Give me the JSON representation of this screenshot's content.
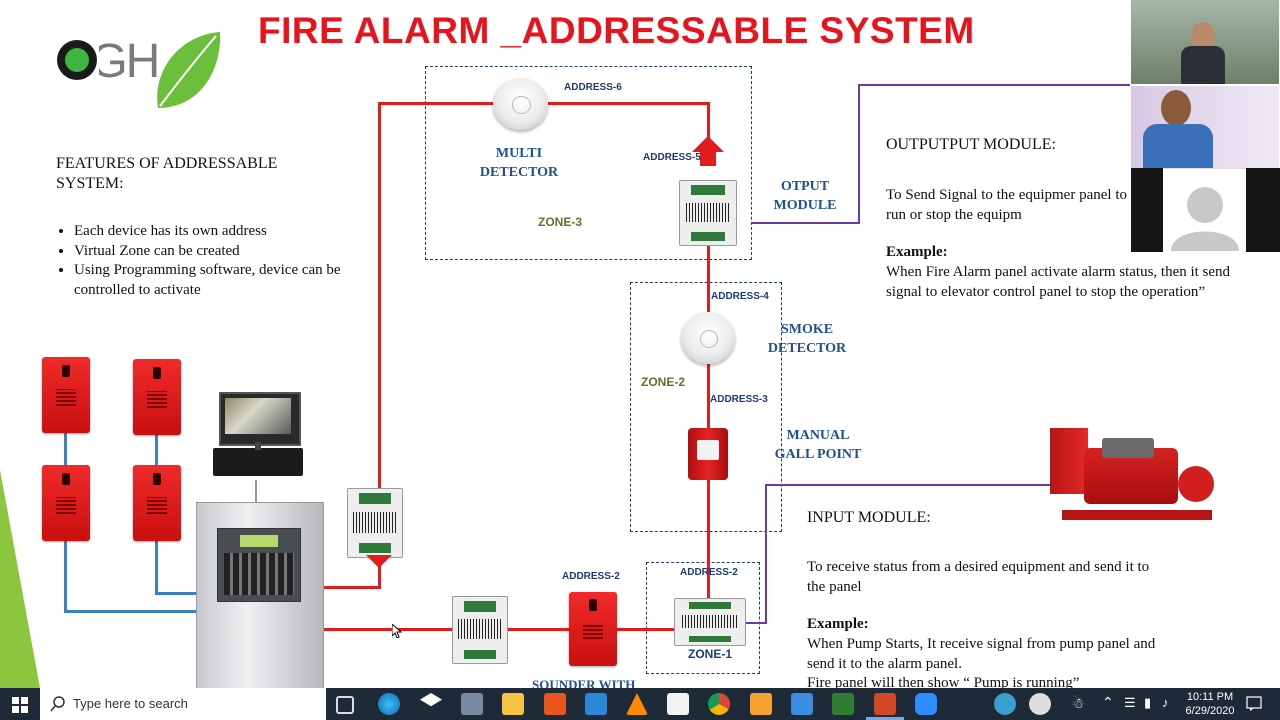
{
  "slide": {
    "title": "FIRE ALARM _ADDRESSABLE SYSTEM",
    "logo_text": "OGH",
    "features": {
      "heading": "FEATURES OF ADDRESSABLE SYSTEM:",
      "bullets": [
        "Each device has its own address",
        "Virtual Zone can be created",
        "Using Programming software, device can be controlled to activate"
      ]
    },
    "labels": {
      "multi_detector": "MULTI DETECTOR",
      "otput_module": "OTPUT MODULE",
      "smoke_detector": "SMOKE DETECTOR",
      "manual_call_point": "MANUAL GALL POINT",
      "sounder_with": "SOUNDER WITH"
    },
    "addresses": {
      "a6": "ADDRESS-6",
      "a5": "ADDRESS-5",
      "a4": "ADDRESS-4",
      "a3": "ADDRESS-3",
      "a2_left": "ADDRESS-2",
      "a2_right": "ADDRESS-2"
    },
    "zones": {
      "z3": "ZONE-3",
      "z2": "ZONE-2",
      "z1": "ZONE-1"
    },
    "output_module": {
      "heading": "OUTPUTPUT MODULE:",
      "text": "To Send Signal to the equipmer panel to run or stop the equipm",
      "example_label": "Example:",
      "example_text": "When Fire Alarm panel activate alarm status, then it send signal to elevator control panel to stop the operation”"
    },
    "input_module": {
      "heading": "INPUT MODULE:",
      "text": "To receive status from a desired equipment and send it to the panel",
      "example_label": "Example:",
      "example_text_1": "When Pump Starts, It receive signal from pump panel and send it to the alarm panel.",
      "example_text_2": "Fire panel will then show “ Pump is running”"
    }
  },
  "taskbar": {
    "search_placeholder": "Type here to search",
    "time": "10:11 PM",
    "date": "6/29/2020",
    "icons": [
      "task-view-icon",
      "edge-icon",
      "dropbox-icon",
      "camera-icon",
      "file-explorer-icon",
      "office-icon",
      "mail-icon",
      "vlc-icon",
      "store-icon",
      "chrome-icon",
      "sketch-icon",
      "photos-icon",
      "app-icon",
      "powerpoint-icon",
      "zoom-icon"
    ]
  },
  "colors": {
    "title_red": "#e8141b",
    "wire_red": "#e31b1b",
    "wire_blue": "#3b7fc4",
    "wire_purple": "#6a3aa2",
    "label_blue": "#1f4e9a",
    "taskbar": "#1f2a38"
  }
}
